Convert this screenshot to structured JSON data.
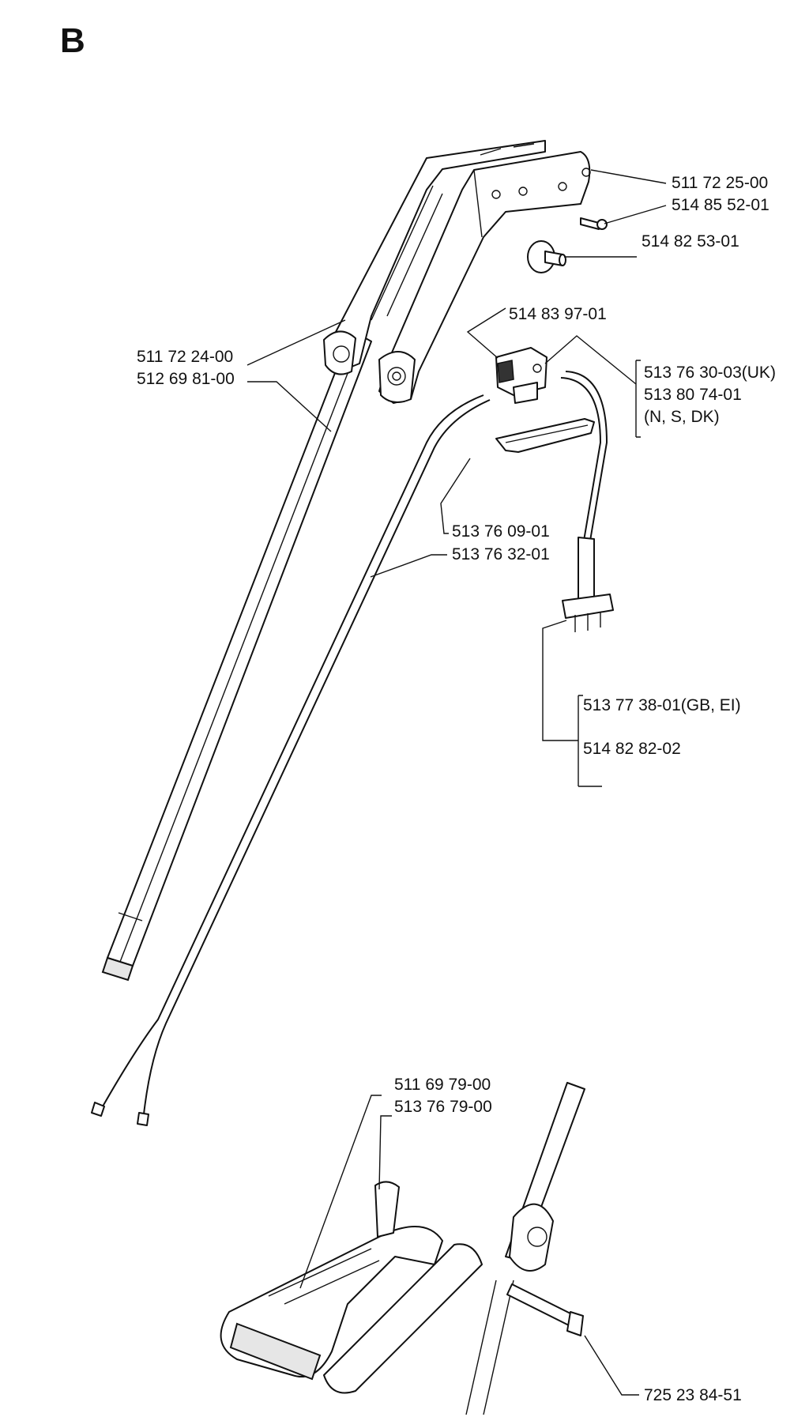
{
  "section_letter": "B",
  "labels": {
    "p511722500": "511 72 25-00",
    "p514855201": "514 85 52-01",
    "p514825301": "514 82 53-01",
    "p514839701": "514 83 97-01",
    "p513763003": "513 76 30-03(UK)",
    "p513807401": "513 80 74-01",
    "p_nsdk": "(N, S, DK)",
    "p511722400": "511 72 24-00",
    "p512698100": "512 69 81-00",
    "p513760901": "513 76 09-01",
    "p513763201": "513 76 32-01",
    "p513773801": "513 77 38-01(GB, EI)",
    "p514828202": "514 82 82-02",
    "p511697900": "511 69 79-00",
    "p513767900": "513 76 79-00",
    "p725238451": "725 23 84-51"
  }
}
